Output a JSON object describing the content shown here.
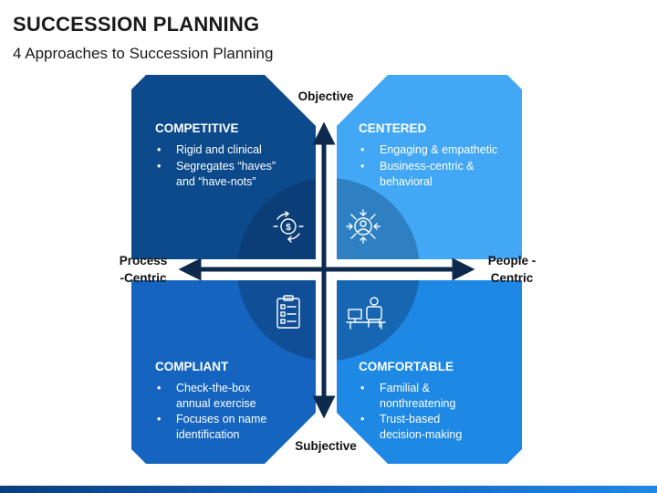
{
  "header": {
    "title": "SUCCESSION PLANNING",
    "subtitle": "4 Approaches to Succession Planning"
  },
  "axes": {
    "top": "Objective",
    "bottom": "Subjective",
    "left_line1": "Process",
    "left_line2": "-Centric",
    "right_line1": "People -",
    "right_line2": "Centric"
  },
  "quadrants": {
    "competitive": {
      "title": "COMPETITIVE",
      "bullets": [
        {
          "lines": [
            "Rigid and clinical"
          ]
        },
        {
          "lines": [
            "Segregates “haves”",
            "and “have-nots”"
          ]
        }
      ],
      "icon": "money-exchange-icon",
      "color": "#0c4a8c"
    },
    "centered": {
      "title": "CENTERED",
      "bullets": [
        {
          "lines": [
            "Engaging & empathetic"
          ]
        },
        {
          "lines": [
            "Business-centric &",
            "behavioral"
          ]
        }
      ],
      "icon": "focus-person-icon",
      "color": "#42a8f5"
    },
    "compliant": {
      "title": "COMPLIANT",
      "bullets": [
        {
          "lines": [
            "Check-the-box",
            "annual exercise"
          ]
        },
        {
          "lines": [
            "Focuses on name",
            "identification"
          ]
        }
      ],
      "icon": "checklist-icon",
      "color": "#1565c0"
    },
    "comfortable": {
      "title": "COMFORTABLE",
      "bullets": [
        {
          "lines": [
            "Familial &",
            "nonthreatening"
          ]
        },
        {
          "lines": [
            "Trust-based",
            "decision-making"
          ]
        }
      ],
      "icon": "meeting-icon",
      "color": "#1e88e5"
    }
  },
  "colors": {
    "axis": "#0d2a4d",
    "center_circle": "#0b3566"
  }
}
